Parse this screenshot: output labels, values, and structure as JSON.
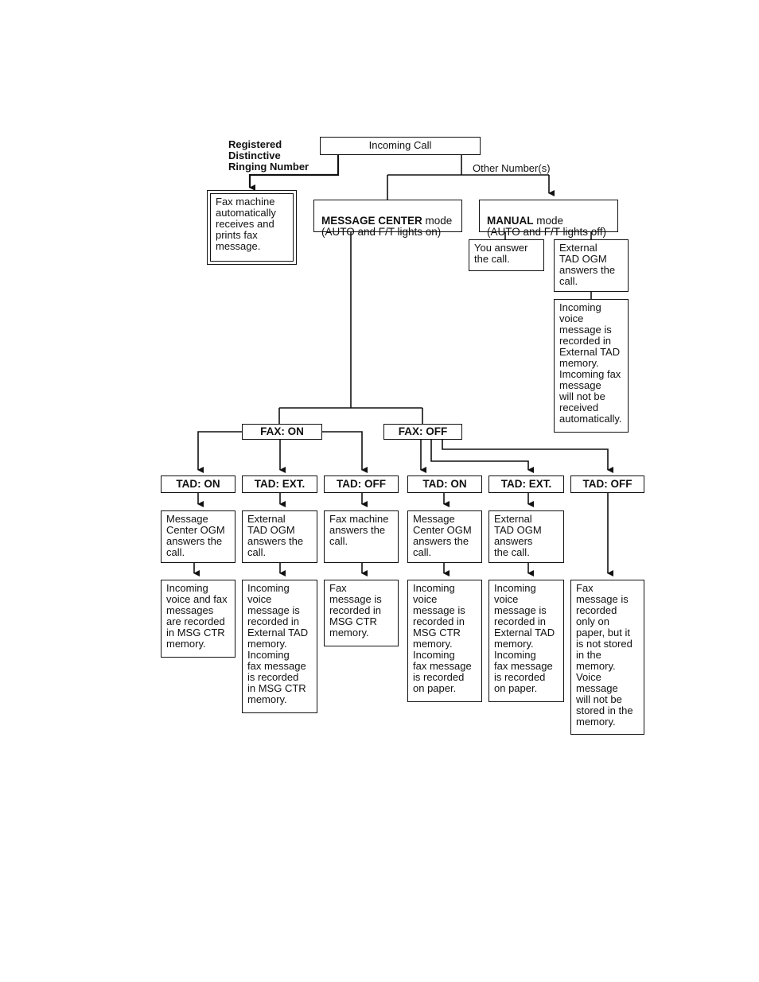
{
  "diagram": {
    "incoming_call": "Incoming Call",
    "registered_label": "Registered\nDistinctive\nRinging Number",
    "other_numbers": "Other Number(s)",
    "fax_auto": "Fax machine\nautomatically\nreceives and\nprints fax\nmessage.",
    "message_center": {
      "bold": "MESSAGE CENTER",
      "rest": " mode",
      "sub": "(AUTO and F/T lights on)"
    },
    "manual": {
      "bold": "MANUAL",
      "rest": " mode",
      "sub": "(AUTO and F/T lights off)"
    },
    "you_answer": "You answer\nthe call.",
    "external_tad_manual": "External\nTAD OGM\nanswers the\ncall.",
    "manual_result": "Incoming\nvoice\nmessage is\nrecorded in\nExternal TAD\nmemory.\nImcoming fax\nmessage\nwill not be\nreceived\nautomatically.",
    "fax_on": "FAX: ON",
    "fax_off": "FAX: OFF",
    "tad": [
      {
        "label": "TAD: ON",
        "answer": "Message\nCenter OGM\nanswers the\ncall.",
        "result": "Incoming\nvoice and fax\nmessages\nare recorded\nin MSG CTR\nmemory."
      },
      {
        "label": "TAD: EXT.",
        "answer": "External\nTAD OGM\nanswers the\ncall.",
        "result": "Incoming\nvoice\nmessage is\nrecorded in\nExternal TAD\nmemory.\nIncoming\nfax message\nis recorded\nin MSG CTR\nmemory."
      },
      {
        "label": "TAD: OFF",
        "answer": "Fax machine\nanswers the\ncall.",
        "result": "Fax\nmessage is\nrecorded in\nMSG CTR\nmemory."
      },
      {
        "label": "TAD: ON",
        "answer": "Message\nCenter OGM\nanswers the\ncall.",
        "result": "Incoming\nvoice\nmessage is\nrecorded in\nMSG CTR\nmemory.\nIncoming\nfax message\nis recorded\non paper."
      },
      {
        "label": "TAD: EXT.",
        "answer": "External\nTAD OGM\nanswers\nthe call.",
        "result": "Incoming\nvoice\nmessage is\nrecorded in\nExternal TAD\nmemory.\nIncoming\nfax message\nis recorded\non paper."
      },
      {
        "label": "TAD: OFF",
        "answer": "",
        "result": "Fax\nmessage is\nrecorded\nonly on\npaper, but it\nis not stored\nin the\nmemory.\nVoice\nmessage\nwill not be\nstored in the\nmemory."
      }
    ]
  }
}
